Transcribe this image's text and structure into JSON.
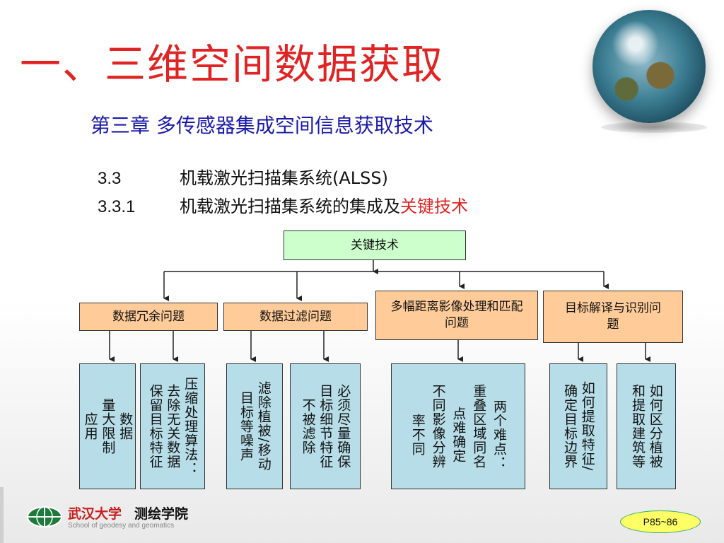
{
  "title": "一、三维空间数据获取",
  "chapter": "第三章 多传感器集成空间信息获取技术",
  "sections": [
    {
      "num": "3.3",
      "text": "机载激光扫描集系统(ALSS)",
      "highlight": ""
    },
    {
      "num": "3.3.1",
      "text": "机载激光扫描集系统的集成及",
      "highlight": "关键技术"
    }
  ],
  "diagram": {
    "root": "关键技术",
    "categories": [
      "数据冗余问题",
      "数据过滤问题",
      "多幅距离影像处理和匹配问题",
      "目标解译与识别问题"
    ],
    "details": [
      [
        "数据",
        "量大限制",
        "应用"
      ],
      [
        "压缩处理算法：",
        "去除无关数据",
        "保留目标特征"
      ],
      [
        "滤除植被/移动",
        "目标等噪声"
      ],
      [
        "必须尽量确保",
        "目标细节特征",
        "不被滤除"
      ],
      [
        "两个难点：",
        "重叠区域同名",
        "点难确定",
        "不同影像分辨",
        "率不同"
      ],
      [
        "如何提取特征/",
        "确定目标边界"
      ],
      [
        "如何区分植被",
        "和提取建筑等"
      ]
    ]
  },
  "footer": {
    "school_cn": "武汉大学",
    "dept_cn": "测绘学院",
    "school_en": "School of geodesy and geomatics",
    "page": "P85~86"
  },
  "colors": {
    "title": "#e02424",
    "chapter": "#1a1aa8",
    "root_box": "#ccffcc",
    "category_box": "#ffcc99",
    "detail_box": "#b7dde8",
    "badge": "#ffff66"
  },
  "icons": {
    "globe": "globe-icon",
    "emblem": "school-emblem-icon"
  }
}
